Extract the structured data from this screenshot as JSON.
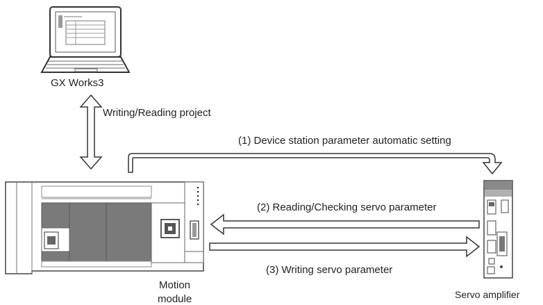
{
  "nodes": {
    "pc": {
      "label": "GX Works3"
    },
    "motion": {
      "label_line1": "Motion",
      "label_line2": "module"
    },
    "servo": {
      "label": "Servo amplifier"
    }
  },
  "links": {
    "project": {
      "label": "Writing/Reading project"
    },
    "auto_setting": {
      "label": "(1) Device station parameter automatic setting"
    },
    "read_check": {
      "label": "(2) Reading/Checking servo parameter"
    },
    "write": {
      "label": "(3) Writing servo parameter"
    }
  }
}
